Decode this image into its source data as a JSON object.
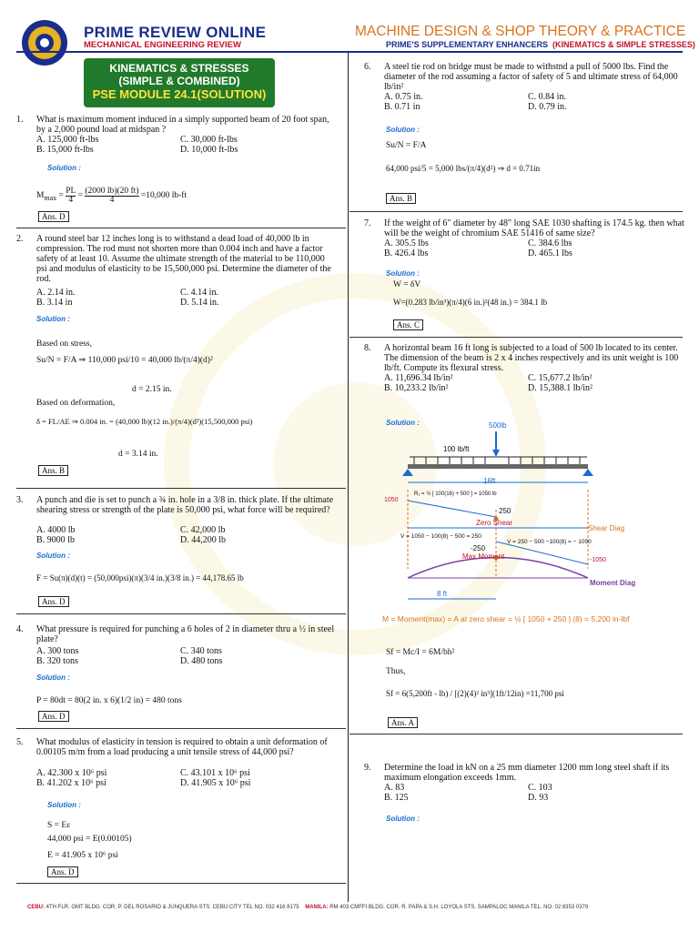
{
  "header": {
    "brand": "PRIME REVIEW ONLINE",
    "sub": "MECHANICAL ENGINEERING REVIEW",
    "right_title": "MACHINE DESIGN & SHOP THEORY & PRACTICE",
    "right_sub_a": "PRIME'S SUPPLEMENTARY ENHANCERS",
    "right_sub_b": "(KINEMATICS & SIMPLE STRESSES)"
  },
  "title": {
    "l1": "KINEMATICS & STRESSES",
    "l2": "(SIMPLE & COMBINED)",
    "l3": "PSE MODULE 24.1(SOLUTION)"
  },
  "sol": "Solution :",
  "q1": {
    "n": "1.",
    "t": "What is maximum moment induced in a simply supported beam of 20 foot span, by a 2,000 pound load at midspan ?",
    "a": "A. 125,000 ft-lbs",
    "b": "B. 15,000 ft-lbs",
    "c": "C. 30,000 ft-lbs",
    "d": "D. 10,000 ft-lbs",
    "m1": "M<sub>max</sub> = PL/4 = (2000 lb)(20 ft)/4 =10,000 lb-ft",
    "ans": "Ans. D"
  },
  "q2": {
    "n": "2.",
    "t": "A round steel bar 12 inches long is to withstand a dead load of 40,000 lb in compression. The rod must not shorten more than 0.004 inch and have a factor safety of at least 10. Assume the ultimate strength of the material to be 110,000 psi and modulus of elasticity to be 15,500,000 psi. Determine the diameter of the rod.",
    "a": "A. 2.14 in.",
    "b": "B. 3.14 in",
    "c": "C. 4.14 in.",
    "d": "D. 5.14 in.",
    "m1": "Based on stress,",
    "m2": "Su/N = F/A ⇒ 110,000 psi/10 = 40,000 lb/(π/4)(d)²",
    "m3": "d = 2.15 in.",
    "m4": "Based on deformation,",
    "m5": "δ = FL/AE ⇒ 0.004 in. = (40,000 lb)(12 in.)/(π/4)(d²)(15,500,000 psi)",
    "m6": "d = 3.14 in.",
    "ans": "Ans. B"
  },
  "q3": {
    "n": "3.",
    "t": "A punch and die is set to punch a ¾ in. hole in a 3/8 in. thick plate. If the ultimate shearing stress or strength of the plate is 50,000 psi, what force will be required?",
    "a": "A. 4000 lb",
    "b": "B. 9000 lb",
    "c": "C. 42,000 lb",
    "d": "D. 44,200 lb",
    "m1": "F = Su(π)(d)(t) = (50,000psi)(π)(3/4 in.)(3/8 in.) = 44,178.65 lb",
    "ans": "Ans. D"
  },
  "q4": {
    "n": "4.",
    "t": "What pressure is required for punching a 6 holes of 2 in diameter thru a ½ in steel plate?",
    "a": "A. 300 tons",
    "b": "B. 320 tons",
    "c": "C. 340 tons",
    "d": "D. 480 tons",
    "m1": "P = 80dt = 80(2 in. x 6)(1/2 in) = 480 tons",
    "ans": "Ans. D"
  },
  "q5": {
    "n": "5.",
    "t": "What modulus of elasticity in tension is  required to obtain a unit deformation of 0.00105 m/m from a load producing a unit tensile stress of 44,000 psi?",
    "a": "A. 42.300 x 10⁶ psi",
    "b": "B. 41.202 x 10⁶ psi",
    "c": "C. 43.101 x 10⁶ psi",
    "d": "D. 41.905 x 10⁶ psi",
    "m1": "S = Eε",
    "m2": "44,000 psi = E(0.00105)",
    "m3": "E = 41.905 x 10⁶ psi",
    "ans": "Ans. D"
  },
  "q6": {
    "n": "6.",
    "t": "A steel tie rod on bridge must be made to withstnd a pull of 5000 lbs. Find the diameter of the rod assuming a factor of safety of 5 and ultimate stress of 64,000 lb/in²",
    "a": "A. 0.75 in.",
    "b": "B. 0.71 in",
    "c": "C. 0.84 in.",
    "d": "D. 0.79 in.",
    "m1": "Su/N = F/A",
    "m2": "64,000 psi/5 = 5,000 lbs/(π/4)(d²)  ⇒ d = 0.71in",
    "ans": "Ans. B"
  },
  "q7": {
    "n": "7.",
    "t": "If the weight of 6\" diameter by 48\" long SAE 1030 shafting is 174.5 kg. then what will be the weight of chromium SAE 51416 of same size?",
    "a": "A. 305.5 lbs",
    "b": "B. 426.4 lbs",
    "c": "C. 384.6 lbs",
    "d": "D. 465.1 lbs",
    "m1": "W = δV",
    "m2": "W=(0.283 lb/in³)(π/4)(6 in.)²(48 in.) = 384.1 lb",
    "ans": "Ans. C"
  },
  "q8": {
    "n": "8.",
    "t": "A horizontal beam 16 ft long is subjected to a load of 500 lb located to its center. The dimension of the beam is 2 x 4 inches respectively and its unit weight is 100 lb/ft. Compute its flexural stress.",
    "a": "A. 11,696.34 lb/in²",
    "b": "B. 10,233.2 lb/in²",
    "c": "C. 15,677.2 lb/in²",
    "d": "D. 15,388.1 lb/in²",
    "dg_500": "500lb",
    "dg_w": "100 lb/ft",
    "dg_span": "16ft",
    "dg_r": "R₁ = ½ [ 100(16) + 500 ] = 1050 lb",
    "dg_1050": "1050",
    "dg_250": "250",
    "dg_zero": "Zero Shear",
    "dg_shear": "Shear Diag",
    "dg_v1": "V = 1050 − 100(8) − 500 = 250",
    "dg_v2": "V = 250 − 500 −100(8) = − 1050",
    "dg_m250": "-250",
    "dg_m1050": "-1050",
    "dg_max": "Max Moment",
    "dg_mom": "Moment Diag",
    "dg_8": "8 ft",
    "dg_M": "M = Moment(max)  = A at zero shear = ½ [ 1050 + 250 ] (8) = 5,200 in-lbf",
    "m1": "Sf = Mc/I = 6M/bh²",
    "m2": "Thus,",
    "m3": "Sf = 6(5,200ft - lb) / [(2)(4)² in³](1ft/12in) =11,700 psi",
    "ans": "Ans. A"
  },
  "q9": {
    "n": "9.",
    "t": "Determine the load in kN on a 25 mm diameter 1200 mm long steel shaft if its maximum elongation exceeds  1mm.",
    "a": "A. 83",
    "b": "B. 125",
    "c": "C. 103",
    "d": "D. 93"
  },
  "footer": {
    "cebu_label": "CEBU:",
    "cebu": " 4TH FLR. GMT BLDG. COR. P. DEL ROSARIO & JUNQUERA STS. CEBU CITY TEL NO. 032 416 8175",
    "manila_label": "MANILA:",
    "manila": " RM 403 CMFFI BLDG. COR. R. PAPA & S.H. LOYOLA STS. SAMPALOC MANILA TEL. NO. 02 8353 0379"
  },
  "colors": {
    "blue": "#1a2d8c",
    "red": "#c0122b",
    "green": "#217a2b",
    "orange": "#d9731d"
  }
}
